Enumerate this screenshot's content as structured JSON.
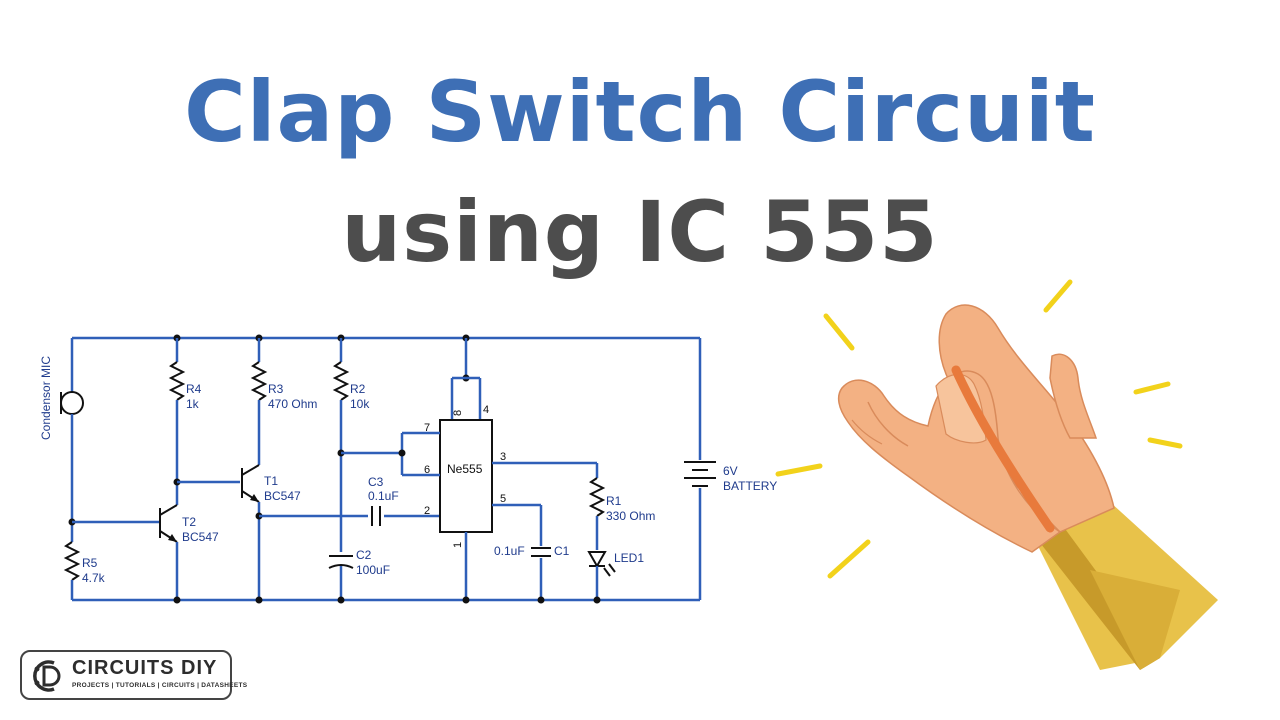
{
  "title": {
    "line1": "Clap Switch Circuit",
    "line2": "using IC 555"
  },
  "colors": {
    "title_blue": "#3e6fb5",
    "title_gray": "#4d4d4d",
    "wire": "#2f5fb8",
    "label": "#1f3b8c",
    "skin": "#f3b183",
    "sleeve": "#e8c24a",
    "spark": "#f2d21b"
  },
  "schematic": {
    "mic": "Condensor MIC",
    "r4": {
      "name": "R4",
      "value": "1k"
    },
    "r3": {
      "name": "R3",
      "value": "470 Ohm"
    },
    "r2": {
      "name": "R2",
      "value": "10k"
    },
    "r5": {
      "name": "R5",
      "value": "4.7k"
    },
    "r1": {
      "name": "R1",
      "value": "330 Ohm"
    },
    "t1": {
      "name": "T1",
      "value": "BC547"
    },
    "t2": {
      "name": "T2",
      "value": "BC547"
    },
    "c3": {
      "name": "C3",
      "value": "0.1uF"
    },
    "c2": {
      "name": "C2",
      "value": "100uF"
    },
    "c1": {
      "name": "C1",
      "value": "0.1uF"
    },
    "ic": "Ne555",
    "led": "LED1",
    "battery_v": "6V",
    "battery": "BATTERY",
    "pins": {
      "p8": "8",
      "p4": "4",
      "p7": "7",
      "p6": "6",
      "p2": "2",
      "p3": "3",
      "p5": "5",
      "p1": "1"
    }
  },
  "logo": {
    "name": "CIRCUITS DIY",
    "tagline": "PROJECTS | TUTORIALS | CIRCUITS | DATASHEETS",
    "icon": "circuits-diy-logo-icon"
  },
  "illustration": {
    "icon": "clapping-hands-icon"
  }
}
